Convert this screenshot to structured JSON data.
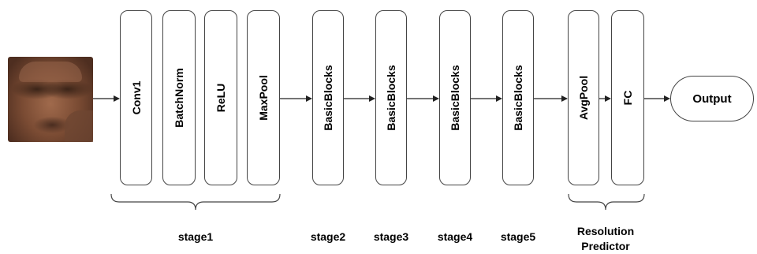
{
  "blocks": [
    {
      "label": "Conv1"
    },
    {
      "label": "BatchNorm"
    },
    {
      "label": "ReLU"
    },
    {
      "label": "MaxPool"
    },
    {
      "label": "BasicBlocks"
    },
    {
      "label": "BasicBlocks"
    },
    {
      "label": "BasicBlocks"
    },
    {
      "label": "BasicBlocks"
    },
    {
      "label": "AvgPool"
    },
    {
      "label": "FC"
    }
  ],
  "stages": [
    {
      "label": "stage1"
    },
    {
      "label": "stage2"
    },
    {
      "label": "stage3"
    },
    {
      "label": "stage4"
    },
    {
      "label": "stage5"
    },
    {
      "label": "Resolution Predictor"
    }
  ],
  "output": {
    "label": "Output"
  }
}
